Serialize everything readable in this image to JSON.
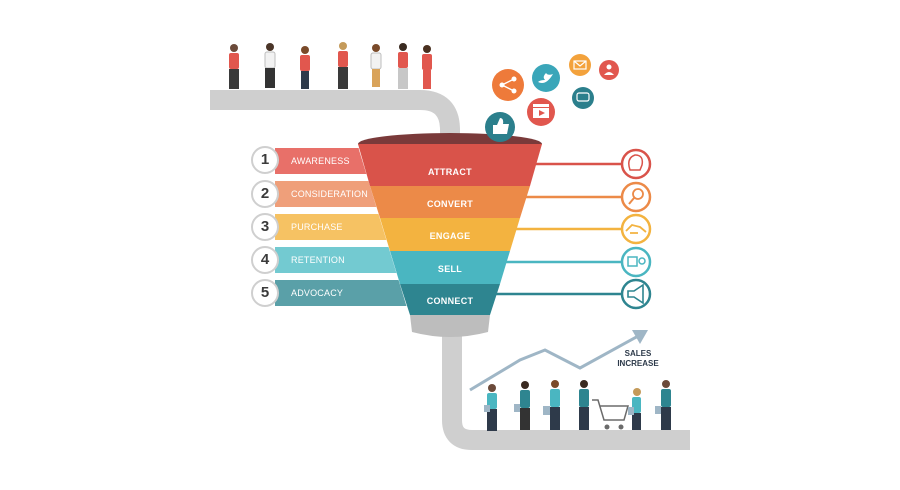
{
  "stages": [
    {
      "number": "1",
      "label": "AWARENESS",
      "color": "#e4574f"
    },
    {
      "number": "2",
      "label": "CONSIDERATION",
      "color": "#ec8e63"
    },
    {
      "number": "3",
      "label": "PURCHASE",
      "color": "#f4b748"
    },
    {
      "number": "4",
      "label": "RETENTION",
      "color": "#5bc1c9"
    },
    {
      "number": "5",
      "label": "ADVOCACY",
      "color": "#3d8f99"
    }
  ],
  "funnel": [
    {
      "label": "ATTRACT",
      "color": "#d9534a",
      "icon": "head-lightbulb-icon"
    },
    {
      "label": "CONVERT",
      "color": "#ec8a48",
      "icon": "magnifier-icon"
    },
    {
      "label": "ENGAGE",
      "color": "#f3b340",
      "icon": "handshake-icon"
    },
    {
      "label": "SELL",
      "color": "#4ab6c1",
      "icon": "hand-money-icon"
    },
    {
      "label": "CONNECT",
      "color": "#2e8590",
      "icon": "megaphone-icon"
    }
  ],
  "social_icons": [
    {
      "icon": "share-icon",
      "color": "#ee7a3a"
    },
    {
      "icon": "twitter-bird-icon",
      "color": "#3aa6b9"
    },
    {
      "icon": "mail-icon",
      "color": "#f3a23c"
    },
    {
      "icon": "user-profile-icon",
      "color": "#e1574e"
    },
    {
      "icon": "chat-bubble-icon",
      "color": "#2b7f8c"
    },
    {
      "icon": "video-clapper-icon",
      "color": "#e1574e"
    },
    {
      "icon": "thumbs-up-icon",
      "color": "#2b7f8c"
    }
  ],
  "sales": {
    "line1": "SALES",
    "line2": "INCREASE"
  },
  "pipe_color": "#cfcfcf",
  "line_color": "#9fb6c6"
}
